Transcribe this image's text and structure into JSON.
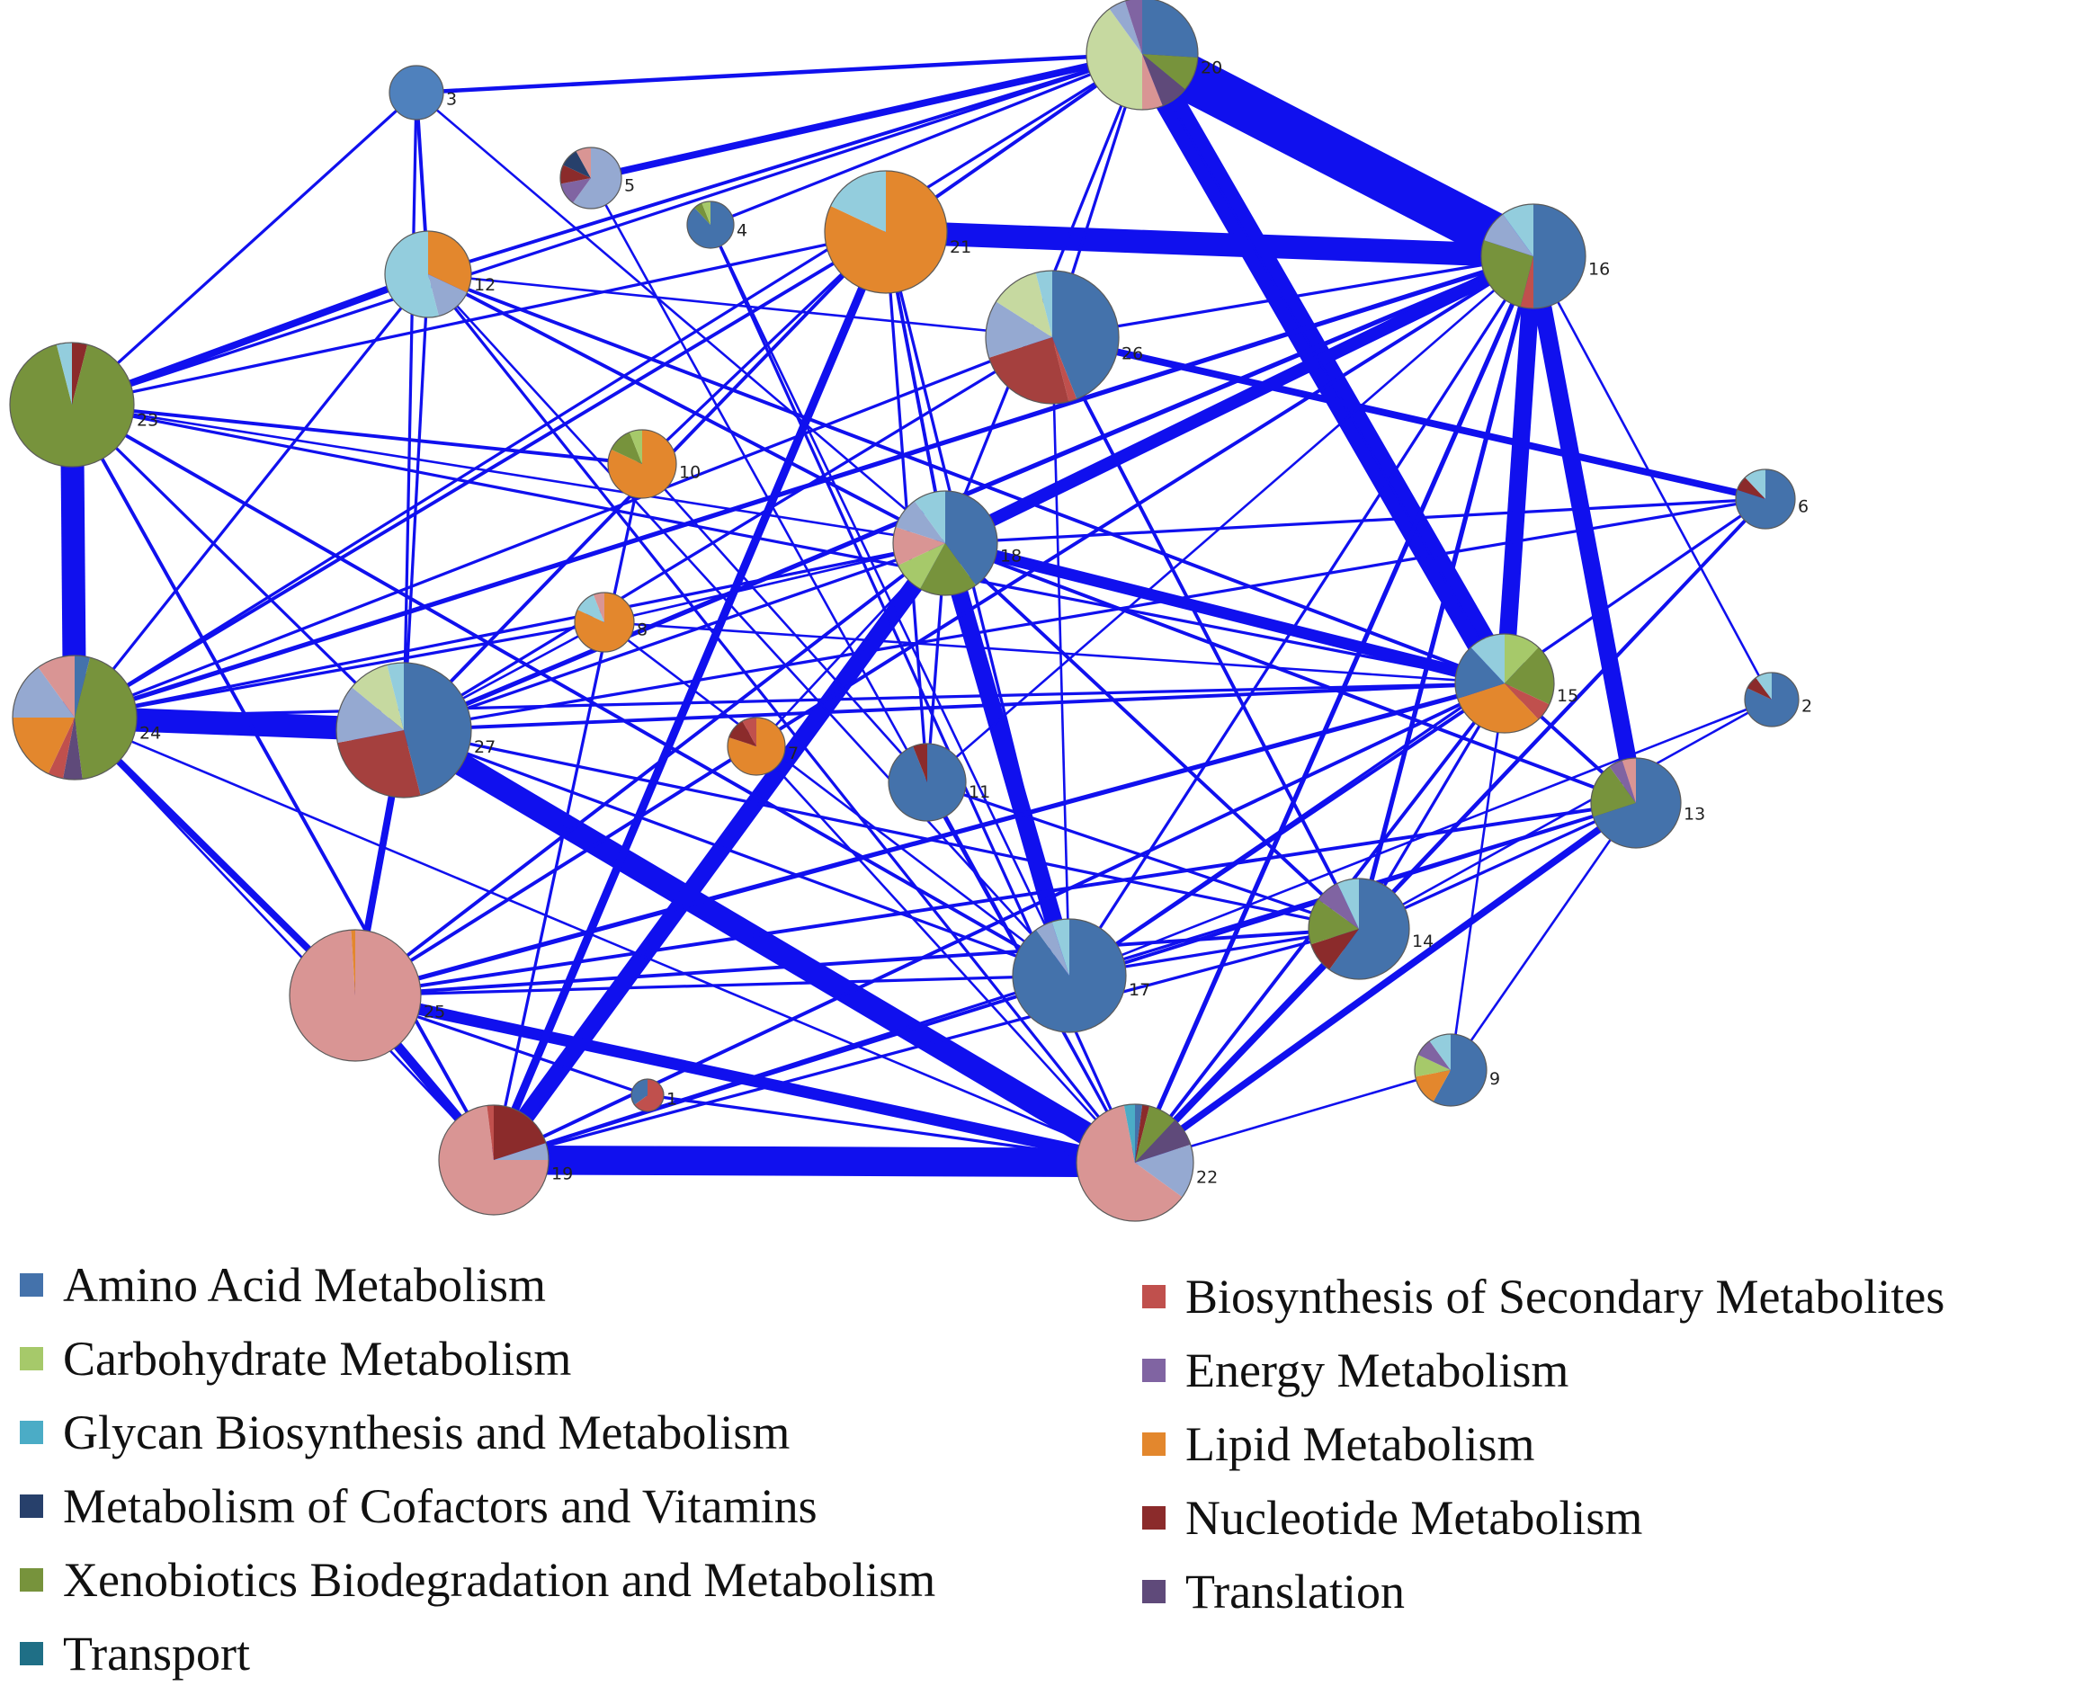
{
  "categories": [
    {
      "key": "amino",
      "label": "Amino Acid Metabolism",
      "color": "#4472ab"
    },
    {
      "key": "carb",
      "label": "Carbohydrate Metabolism",
      "color": "#a6c96a"
    },
    {
      "key": "glycan",
      "label": "Glycan Biosynthesis and Metabolism",
      "color": "#4bacc6"
    },
    {
      "key": "cofactor",
      "label": "Metabolism of Cofactors and Vitamins",
      "color": "#27406b"
    },
    {
      "key": "xeno",
      "label": "Xenobiotics Biodegradation and Metabolism",
      "color": "#77933c"
    },
    {
      "key": "transport",
      "label": "Transport",
      "color": "#1f6f86"
    },
    {
      "key": "secondary",
      "label": "Biosynthesis of Secondary Metabolites",
      "color": "#c0504d"
    },
    {
      "key": "energy",
      "label": "Energy Metabolism",
      "color": "#8064a2"
    },
    {
      "key": "lipid",
      "label": "Lipid Metabolism",
      "color": "#e3872d"
    },
    {
      "key": "nucleotide",
      "label": "Nucleotide Metabolism",
      "color": "#8b2b2b"
    },
    {
      "key": "translation",
      "label": "Translation",
      "color": "#5f4a7a"
    }
  ],
  "edge_color": "#1010ee",
  "nodes": [
    {
      "id": "1",
      "label": "1",
      "slices": [
        {
          "c": "#c0504d",
          "v": 0.65
        },
        {
          "c": "#4472ab",
          "v": 0.35
        }
      ]
    },
    {
      "id": "2",
      "label": "2",
      "slices": [
        {
          "c": "#4472ab",
          "v": 0.82
        },
        {
          "c": "#8b2b2b",
          "v": 0.08
        },
        {
          "c": "#93cddd",
          "v": 0.1
        }
      ]
    },
    {
      "id": "3",
      "label": "3",
      "slices": [
        {
          "c": "#4f81bd",
          "v": 1
        }
      ]
    },
    {
      "id": "4",
      "label": "4",
      "slices": [
        {
          "c": "#4472ab",
          "v": 0.88
        },
        {
          "c": "#77933c",
          "v": 0.06
        },
        {
          "c": "#a6c96a",
          "v": 0.06
        }
      ]
    },
    {
      "id": "5",
      "label": "5",
      "slices": [
        {
          "c": "#95a9d1",
          "v": 0.6
        },
        {
          "c": "#8064a2",
          "v": 0.12
        },
        {
          "c": "#8b2b2b",
          "v": 0.1
        },
        {
          "c": "#27406b",
          "v": 0.1
        },
        {
          "c": "#d99594",
          "v": 0.08
        }
      ]
    },
    {
      "id": "6",
      "label": "6",
      "slices": [
        {
          "c": "#4472ab",
          "v": 0.8
        },
        {
          "c": "#8b2b2b",
          "v": 0.08
        },
        {
          "c": "#93cddd",
          "v": 0.12
        }
      ]
    },
    {
      "id": "7",
      "label": "7",
      "slices": [
        {
          "c": "#e3872d",
          "v": 0.8
        },
        {
          "c": "#8b2b2b",
          "v": 0.12
        },
        {
          "c": "#c0504d",
          "v": 0.08
        }
      ]
    },
    {
      "id": "8",
      "label": "8",
      "slices": [
        {
          "c": "#e3872d",
          "v": 0.82
        },
        {
          "c": "#93cddd",
          "v": 0.12
        },
        {
          "c": "#d99594",
          "v": 0.06
        }
      ]
    },
    {
      "id": "9",
      "label": "9",
      "slices": [
        {
          "c": "#4472ab",
          "v": 0.58
        },
        {
          "c": "#e3872d",
          "v": 0.14
        },
        {
          "c": "#a6c96a",
          "v": 0.1
        },
        {
          "c": "#8064a2",
          "v": 0.08
        },
        {
          "c": "#93cddd",
          "v": 0.1
        }
      ]
    },
    {
      "id": "10",
      "label": "10",
      "slices": [
        {
          "c": "#e3872d",
          "v": 0.82
        },
        {
          "c": "#77933c",
          "v": 0.12
        },
        {
          "c": "#a6c96a",
          "v": 0.06
        }
      ]
    },
    {
      "id": "11",
      "label": "11",
      "slices": [
        {
          "c": "#4472ab",
          "v": 0.94
        },
        {
          "c": "#8b2b2b",
          "v": 0.06
        }
      ]
    },
    {
      "id": "12",
      "label": "12",
      "slices": [
        {
          "c": "#e3872d",
          "v": 0.32
        },
        {
          "c": "#95a9d1",
          "v": 0.14
        },
        {
          "c": "#93cddd",
          "v": 0.54
        }
      ]
    },
    {
      "id": "13",
      "label": "13",
      "slices": [
        {
          "c": "#4472ab",
          "v": 0.7
        },
        {
          "c": "#77933c",
          "v": 0.2
        },
        {
          "c": "#8064a2",
          "v": 0.05
        },
        {
          "c": "#d99594",
          "v": 0.05
        }
      ]
    },
    {
      "id": "14",
      "label": "14",
      "slices": [
        {
          "c": "#4472ab",
          "v": 0.6
        },
        {
          "c": "#8b2b2b",
          "v": 0.1
        },
        {
          "c": "#77933c",
          "v": 0.15
        },
        {
          "c": "#8064a2",
          "v": 0.08
        },
        {
          "c": "#93cddd",
          "v": 0.07
        }
      ]
    },
    {
      "id": "15",
      "label": "15",
      "slices": [
        {
          "c": "#a6c96a",
          "v": 0.12
        },
        {
          "c": "#77933c",
          "v": 0.2
        },
        {
          "c": "#c0504d",
          "v": 0.06
        },
        {
          "c": "#e3872d",
          "v": 0.32
        },
        {
          "c": "#4472ab",
          "v": 0.18
        },
        {
          "c": "#93cddd",
          "v": 0.12
        }
      ]
    },
    {
      "id": "16",
      "label": "16",
      "slices": [
        {
          "c": "#4472ab",
          "v": 0.5
        },
        {
          "c": "#c0504d",
          "v": 0.04
        },
        {
          "c": "#77933c",
          "v": 0.26
        },
        {
          "c": "#95a9d1",
          "v": 0.1
        },
        {
          "c": "#93cddd",
          "v": 0.1
        }
      ]
    },
    {
      "id": "17",
      "label": "17",
      "slices": [
        {
          "c": "#4472ab",
          "v": 0.9
        },
        {
          "c": "#95a9d1",
          "v": 0.05
        },
        {
          "c": "#93cddd",
          "v": 0.05
        }
      ]
    },
    {
      "id": "18",
      "label": "18",
      "slices": [
        {
          "c": "#4472ab",
          "v": 0.4
        },
        {
          "c": "#77933c",
          "v": 0.18
        },
        {
          "c": "#a6c96a",
          "v": 0.1
        },
        {
          "c": "#d99594",
          "v": 0.12
        },
        {
          "c": "#95a9d1",
          "v": 0.1
        },
        {
          "c": "#93cddd",
          "v": 0.1
        }
      ]
    },
    {
      "id": "19",
      "label": "19",
      "slices": [
        {
          "c": "#8b2b2b",
          "v": 0.2
        },
        {
          "c": "#95a9d1",
          "v": 0.05
        },
        {
          "c": "#d99594",
          "v": 0.73
        },
        {
          "c": "#c0504d",
          "v": 0.02
        }
      ]
    },
    {
      "id": "20",
      "label": "20",
      "slices": [
        {
          "c": "#4472ab",
          "v": 0.26
        },
        {
          "c": "#77933c",
          "v": 0.1
        },
        {
          "c": "#5f4a7a",
          "v": 0.08
        },
        {
          "c": "#d99594",
          "v": 0.06
        },
        {
          "c": "#c6d9a0",
          "v": 0.4
        },
        {
          "c": "#95a9d1",
          "v": 0.05
        },
        {
          "c": "#8064a2",
          "v": 0.05
        }
      ]
    },
    {
      "id": "21",
      "label": "21",
      "slices": [
        {
          "c": "#e3872d",
          "v": 0.82
        },
        {
          "c": "#93cddd",
          "v": 0.18
        }
      ]
    },
    {
      "id": "22",
      "label": "22",
      "slices": [
        {
          "c": "#4472ab",
          "v": 0.02
        },
        {
          "c": "#8b2b2b",
          "v": 0.02
        },
        {
          "c": "#77933c",
          "v": 0.08
        },
        {
          "c": "#5f4a7a",
          "v": 0.08
        },
        {
          "c": "#95a9d1",
          "v": 0.15
        },
        {
          "c": "#d99594",
          "v": 0.62
        },
        {
          "c": "#4bacc6",
          "v": 0.03
        }
      ]
    },
    {
      "id": "23",
      "label": "23",
      "slices": [
        {
          "c": "#8b2b2b",
          "v": 0.04
        },
        {
          "c": "#77933c",
          "v": 0.92
        },
        {
          "c": "#93cddd",
          "v": 0.04
        }
      ]
    },
    {
      "id": "24",
      "label": "24",
      "slices": [
        {
          "c": "#4472ab",
          "v": 0.04
        },
        {
          "c": "#77933c",
          "v": 0.44
        },
        {
          "c": "#5f4a7a",
          "v": 0.05
        },
        {
          "c": "#c0504d",
          "v": 0.04
        },
        {
          "c": "#e3872d",
          "v": 0.18
        },
        {
          "c": "#95a9d1",
          "v": 0.15
        },
        {
          "c": "#d99594",
          "v": 0.1
        }
      ]
    },
    {
      "id": "25",
      "label": "25",
      "slices": [
        {
          "c": "#d99594",
          "v": 0.99
        },
        {
          "c": "#e3872d",
          "v": 0.01
        }
      ]
    },
    {
      "id": "26",
      "label": "26",
      "slices": [
        {
          "c": "#4472ab",
          "v": 0.44
        },
        {
          "c": "#c0504d",
          "v": 0.02
        },
        {
          "c": "#a5403e",
          "v": 0.24
        },
        {
          "c": "#95a9d1",
          "v": 0.14
        },
        {
          "c": "#c6d9a0",
          "v": 0.12
        },
        {
          "c": "#93cddd",
          "v": 0.04
        }
      ]
    },
    {
      "id": "27",
      "label": "27",
      "slices": [
        {
          "c": "#4472ab",
          "v": 0.46
        },
        {
          "c": "#a5403e",
          "v": 0.26
        },
        {
          "c": "#95a9d1",
          "v": 0.14
        },
        {
          "c": "#c6d9a0",
          "v": 0.1
        },
        {
          "c": "#93cddd",
          "v": 0.04
        }
      ]
    }
  ],
  "edges": [
    [
      "20",
      "16",
      8
    ],
    [
      "20",
      "15",
      5
    ],
    [
      "21",
      "16",
      4
    ],
    [
      "23",
      "24",
      4
    ],
    [
      "24",
      "27",
      4
    ],
    [
      "27",
      "22",
      4
    ],
    [
      "19",
      "22",
      5
    ],
    [
      "18",
      "17",
      3
    ],
    [
      "16",
      "13",
      3
    ],
    [
      "16",
      "15",
      3
    ],
    [
      "18",
      "15",
      2
    ],
    [
      "19",
      "18",
      3
    ],
    [
      "16",
      "18",
      2.2
    ],
    [
      "25",
      "22",
      2
    ],
    [
      "25",
      "19",
      1.6
    ],
    [
      "24",
      "25",
      1.2
    ],
    [
      "27",
      "25",
      1.2
    ],
    [
      "22",
      "14",
      1.2
    ],
    [
      "19",
      "21",
      1.4
    ],
    [
      "23",
      "12",
      1.2
    ],
    [
      "3",
      "20",
      0.7
    ],
    [
      "3",
      "12",
      0.6
    ],
    [
      "3",
      "23",
      0.5
    ],
    [
      "3",
      "27",
      0.5
    ],
    [
      "3",
      "18",
      0.4
    ],
    [
      "5",
      "20",
      1.2
    ],
    [
      "4",
      "20",
      0.5
    ],
    [
      "12",
      "20",
      0.6
    ],
    [
      "21",
      "20",
      0.6
    ],
    [
      "18",
      "20",
      0.5
    ],
    [
      "15",
      "20",
      0.4
    ],
    [
      "23",
      "20",
      0.5
    ],
    [
      "24",
      "20",
      0.5
    ],
    [
      "26",
      "20",
      0.5
    ],
    [
      "21",
      "23",
      0.5
    ],
    [
      "21",
      "24",
      0.6
    ],
    [
      "21",
      "18",
      0.6
    ],
    [
      "21",
      "11",
      0.5
    ],
    [
      "21",
      "17",
      0.5
    ],
    [
      "21",
      "27",
      0.6
    ],
    [
      "16",
      "26",
      0.5
    ],
    [
      "16",
      "27",
      0.8
    ],
    [
      "16",
      "24",
      0.8
    ],
    [
      "16",
      "14",
      0.8
    ],
    [
      "16",
      "22",
      0.8
    ],
    [
      "16",
      "25",
      0.6
    ],
    [
      "16",
      "17",
      0.5
    ],
    [
      "16",
      "11",
      0.4
    ],
    [
      "23",
      "10",
      0.6
    ],
    [
      "23",
      "27",
      0.5
    ],
    [
      "23",
      "19",
      0.6
    ],
    [
      "23",
      "15",
      0.5
    ],
    [
      "23",
      "17",
      0.6
    ],
    [
      "23",
      "18",
      0.4
    ],
    [
      "12",
      "18",
      0.6
    ],
    [
      "12",
      "15",
      0.6
    ],
    [
      "12",
      "22",
      0.5
    ],
    [
      "12",
      "26",
      0.4
    ],
    [
      "12",
      "24",
      0.5
    ],
    [
      "12",
      "27",
      0.5
    ],
    [
      "12",
      "17",
      0.4
    ],
    [
      "26",
      "6",
      1.2
    ],
    [
      "26",
      "14",
      0.6
    ],
    [
      "26",
      "27",
      0.5
    ],
    [
      "26",
      "24",
      0.5
    ],
    [
      "26",
      "17",
      0.4
    ],
    [
      "18",
      "6",
      0.5
    ],
    [
      "18",
      "13",
      0.6
    ],
    [
      "18",
      "24",
      0.5
    ],
    [
      "18",
      "14",
      0.6
    ],
    [
      "18",
      "27",
      0.5
    ],
    [
      "18",
      "25",
      0.6
    ],
    [
      "18",
      "11",
      0.5
    ],
    [
      "18",
      "8",
      0.4
    ],
    [
      "15",
      "25",
      0.8
    ],
    [
      "15",
      "27",
      0.6
    ],
    [
      "15",
      "19",
      0.6
    ],
    [
      "15",
      "22",
      0.6
    ],
    [
      "15",
      "17",
      0.6
    ],
    [
      "15",
      "14",
      0.5
    ],
    [
      "15",
      "9",
      0.4
    ],
    [
      "15",
      "24",
      0.5
    ],
    [
      "15",
      "13",
      0.6
    ],
    [
      "13",
      "19",
      0.6
    ],
    [
      "13",
      "25",
      0.6
    ],
    [
      "13",
      "22",
      1.2
    ],
    [
      "13",
      "17",
      0.5
    ],
    [
      "13",
      "14",
      0.5
    ],
    [
      "14",
      "17",
      0.5
    ],
    [
      "14",
      "25",
      0.6
    ],
    [
      "14",
      "11",
      0.5
    ],
    [
      "14",
      "27",
      0.5
    ],
    [
      "14",
      "6",
      0.6
    ],
    [
      "14",
      "19",
      0.5
    ],
    [
      "14",
      "2",
      0.4
    ],
    [
      "6",
      "22",
      0.5
    ],
    [
      "6",
      "17",
      0.5
    ],
    [
      "6",
      "27",
      0.5
    ],
    [
      "2",
      "16",
      0.4
    ],
    [
      "2",
      "17",
      0.4
    ],
    [
      "9",
      "13",
      0.4
    ],
    [
      "9",
      "22",
      0.4
    ],
    [
      "17",
      "27",
      0.5
    ],
    [
      "17",
      "19",
      0.5
    ],
    [
      "17",
      "25",
      0.5
    ],
    [
      "17",
      "8",
      0.4
    ],
    [
      "11",
      "22",
      0.5
    ],
    [
      "11",
      "10",
      0.4
    ],
    [
      "8",
      "27",
      0.4
    ],
    [
      "8",
      "24",
      0.5
    ],
    [
      "8",
      "15",
      0.4
    ],
    [
      "10",
      "21",
      0.5
    ],
    [
      "10",
      "19",
      0.5
    ],
    [
      "7",
      "22",
      0.4
    ],
    [
      "7",
      "18",
      0.4
    ],
    [
      "1",
      "22",
      0.5
    ],
    [
      "1",
      "25",
      0.5
    ],
    [
      "4",
      "22",
      0.5
    ],
    [
      "4",
      "17",
      0.4
    ],
    [
      "5",
      "22",
      0.4
    ],
    [
      "19",
      "24",
      0.4
    ],
    [
      "22",
      "24",
      0.4
    ]
  ]
}
